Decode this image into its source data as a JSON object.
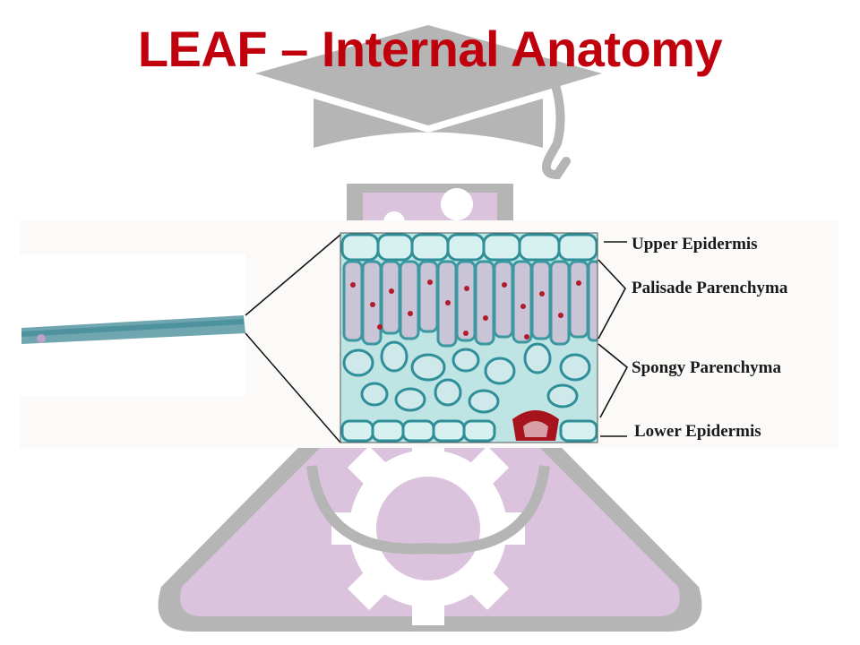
{
  "title": "LEAF – Internal Anatomy",
  "labels": {
    "upper_epidermis": "Upper Epidermis",
    "palisade_parenchyma": "Palisade Parenchyma",
    "spongy_parenchyma": "Spongy Parenchyma",
    "lower_epidermis": "Lower Epidermis"
  },
  "colors": {
    "title": "#c0000c",
    "flask_outline": "#b0b0b0",
    "flask_fill": "#dbc3de",
    "tissue_cell_wall": "#4aa6ab",
    "tissue_stain": "#b01c2c"
  },
  "icons": {
    "background": "graduation-cap-flask-gear-icon"
  }
}
